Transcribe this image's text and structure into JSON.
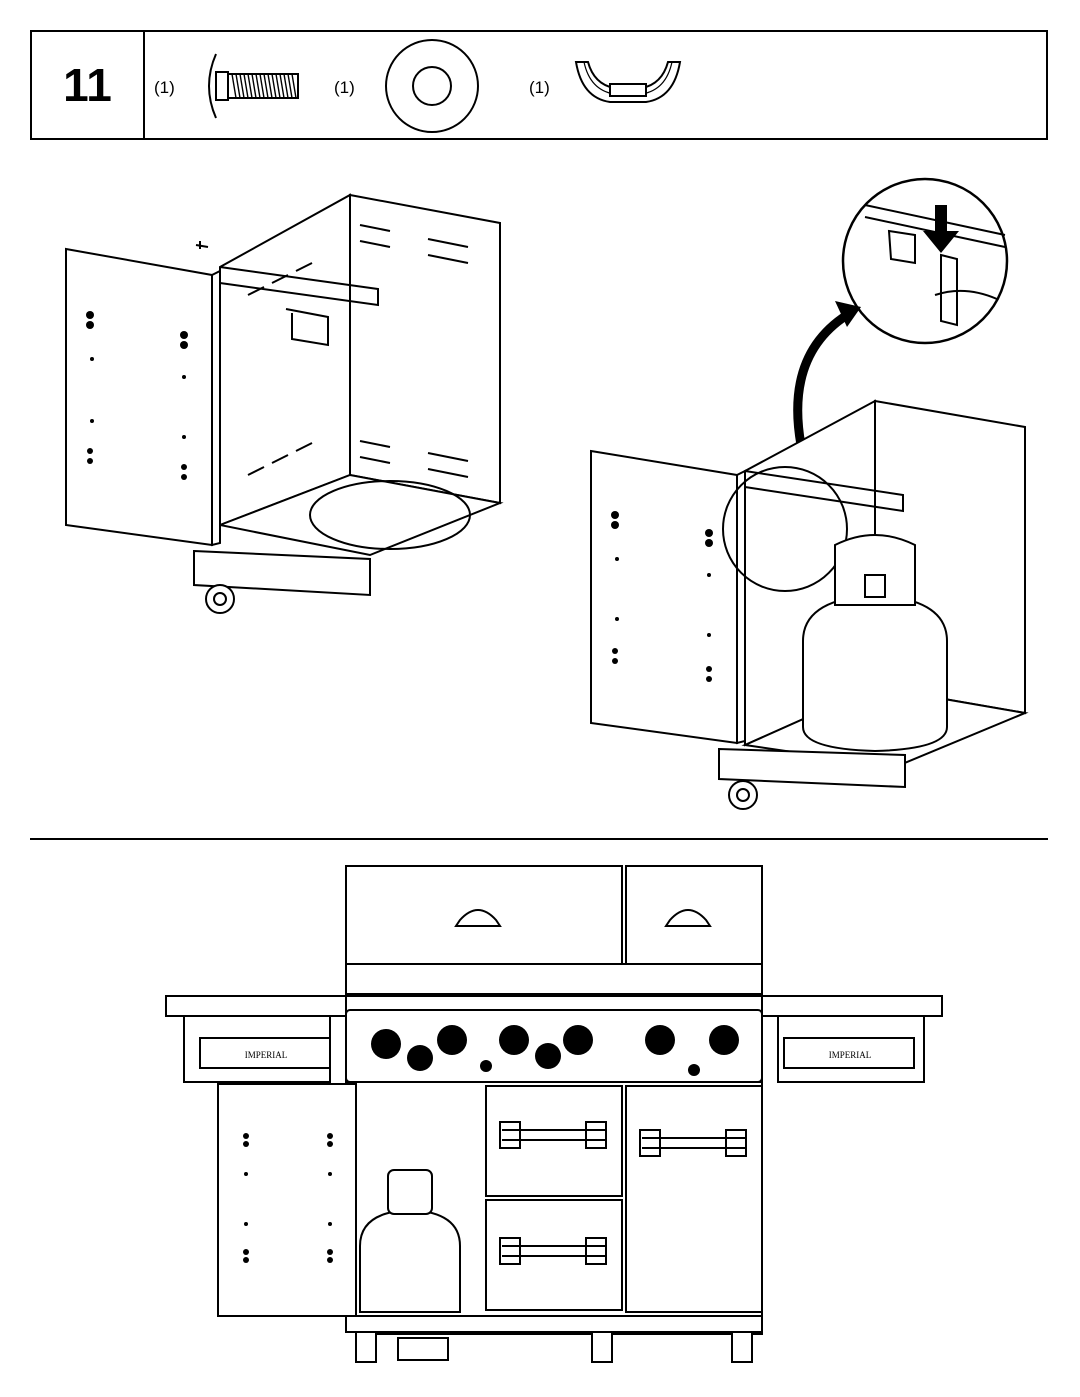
{
  "step": {
    "number": "11"
  },
  "parts": [
    {
      "quantity": "(1)",
      "icon": "carriage-bolt-icon"
    },
    {
      "quantity": "(1)",
      "icon": "washer-icon"
    },
    {
      "quantity": "(1)",
      "icon": "wing-nut-icon"
    }
  ],
  "grill": {
    "brand_plate_left": "IMPERIAL",
    "brand_plate_right": "IMPERIAL"
  }
}
